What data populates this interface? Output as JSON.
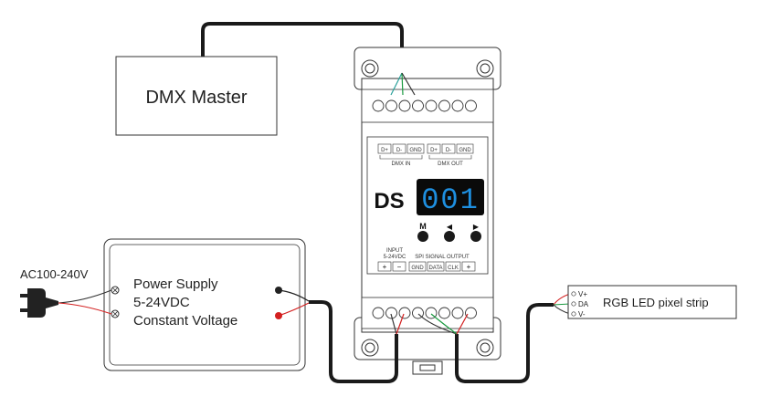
{
  "dmx_master": {
    "label": "DMX Master"
  },
  "power_supply": {
    "line1": "Power Supply",
    "line2": "5-24VDC",
    "line3": "Constant Voltage"
  },
  "ac_input": {
    "label": "AC100-240V"
  },
  "controller": {
    "brand": "DS",
    "display_value": "001",
    "dmx_in_terminals": [
      "D+",
      "D-",
      "GND"
    ],
    "dmx_out_terminals": [
      "D+",
      "D-",
      "GND"
    ],
    "dmx_in_label": "DMX IN",
    "dmx_out_label": "DMX OUT",
    "buttons": [
      "M",
      "◀",
      "▶"
    ],
    "input_label_line1": "INPUT",
    "input_label_line2": "5-24VDC",
    "input_terminals": [
      "+",
      "−"
    ],
    "spi_label": "SPI SIGNAL OUTPUT",
    "spi_terminals": [
      "GND",
      "DATA",
      "CLK",
      "+"
    ]
  },
  "led_strip": {
    "label": "RGB LED pixel strip",
    "pins": [
      "V+",
      "DA",
      "V-"
    ]
  },
  "colors": {
    "display_bg": "#0a0a0a",
    "display_digits": "#1e8fe0",
    "wire_red": "#d32020",
    "wire_green": "#1a9a40",
    "wire_teal": "#2aa09a",
    "outline": "#333333"
  }
}
